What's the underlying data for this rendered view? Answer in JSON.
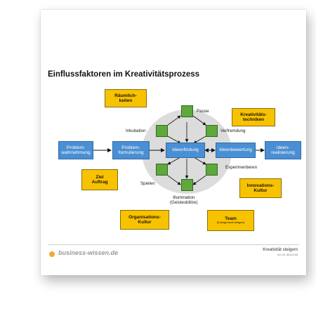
{
  "title": "Einflussfaktoren im Kreativitätsprozess",
  "boxes": {
    "problemwahrnehmung": "Problem-\nwahrnehmung",
    "problemformulierung": "Problem-\nformulierung",
    "ideenfindung": "Ideenfindung",
    "ideenbewertung": "Ideenbewertung",
    "ideenrealisierung": "Ideen-\nrealisierung"
  },
  "factors": {
    "raeumlichkeiten": "Räumlich-\nkeiten",
    "kreativitaetstechniken": "Kreativitäts-\ntechniken",
    "ziel_auftrag": "Ziel\nAuftrag",
    "innovationskultur": "Innovations-\nKultur",
    "organisationskultur": "Organisations-\nKultur",
    "team": "Team",
    "team_sub": "(Kollegnnen/Kollegen)"
  },
  "cycle_labels": {
    "pause": "Pause",
    "inkubation": "Inkubation",
    "verfremdung": "Verfremdung",
    "experimentieren": "Experimentieren",
    "spielen": "Spielen",
    "illumination": "Illumination\n(Geistesblitze)"
  },
  "footer": {
    "brand": "business-wissen.de",
    "doc_title": "Kreativität steigern",
    "article_no": "Art.-Nr. 86124.06"
  },
  "colors": {
    "process_box": "#4a8fd4",
    "factor_box": "#f7c200",
    "cycle_node": "#5ea83d",
    "cycle_circle": "#dcdcdc",
    "brand_dot": "#f2a93b"
  }
}
